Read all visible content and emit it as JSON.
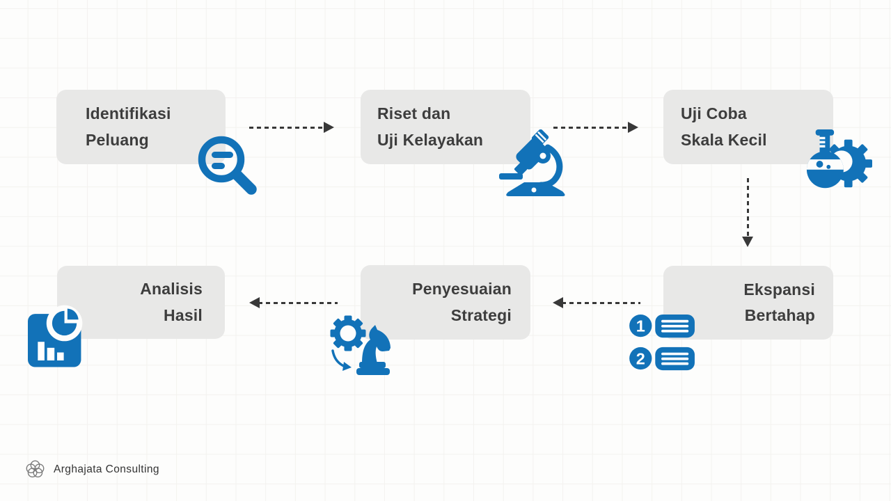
{
  "brand": {
    "name": "Arghajata Consulting",
    "logo_icon": "flower-petal-logo"
  },
  "colors": {
    "accent_blue": "#1272B8",
    "box_fill": "#E8E8E7",
    "text": "#3D3D3D",
    "arrow": "#383838",
    "background": "#FDFDFC",
    "grid_line": "#F3F2EF"
  },
  "steps": [
    {
      "order": 1,
      "lines": [
        "Identifikasi",
        "Peluang"
      ],
      "icon": "search-icon",
      "text_align": "left"
    },
    {
      "order": 2,
      "lines": [
        "Riset dan",
        "Uji Kelayakan"
      ],
      "icon": "microscope-icon",
      "text_align": "left"
    },
    {
      "order": 3,
      "lines": [
        "Uji Coba",
        "Skala Kecil"
      ],
      "icon": "flask-gear-icon",
      "text_align": "left"
    },
    {
      "order": 4,
      "lines": [
        "Ekspansi",
        "Bertahap"
      ],
      "icon": "numbered-list-icon",
      "text_align": "right"
    },
    {
      "order": 5,
      "lines": [
        "Penyesuaian",
        "Strategi"
      ],
      "icon": "knight-gear-icon",
      "text_align": "right"
    },
    {
      "order": 6,
      "lines": [
        "Analisis",
        "Hasil"
      ],
      "icon": "bar-pie-chart-icon",
      "text_align": "right"
    }
  ],
  "numbered_list_icon": {
    "item1": "1",
    "item2": "2"
  },
  "arrows": [
    {
      "from": "Identifikasi Peluang",
      "to": "Riset dan Uji Kelayakan",
      "direction": "right"
    },
    {
      "from": "Riset dan Uji Kelayakan",
      "to": "Uji Coba Skala Kecil",
      "direction": "right"
    },
    {
      "from": "Uji Coba Skala Kecil",
      "to": "Ekspansi Bertahap",
      "direction": "down"
    },
    {
      "from": "Ekspansi Bertahap",
      "to": "Penyesuaian Strategi",
      "direction": "left"
    },
    {
      "from": "Penyesuaian Strategi",
      "to": "Analisis Hasil",
      "direction": "left"
    }
  ]
}
